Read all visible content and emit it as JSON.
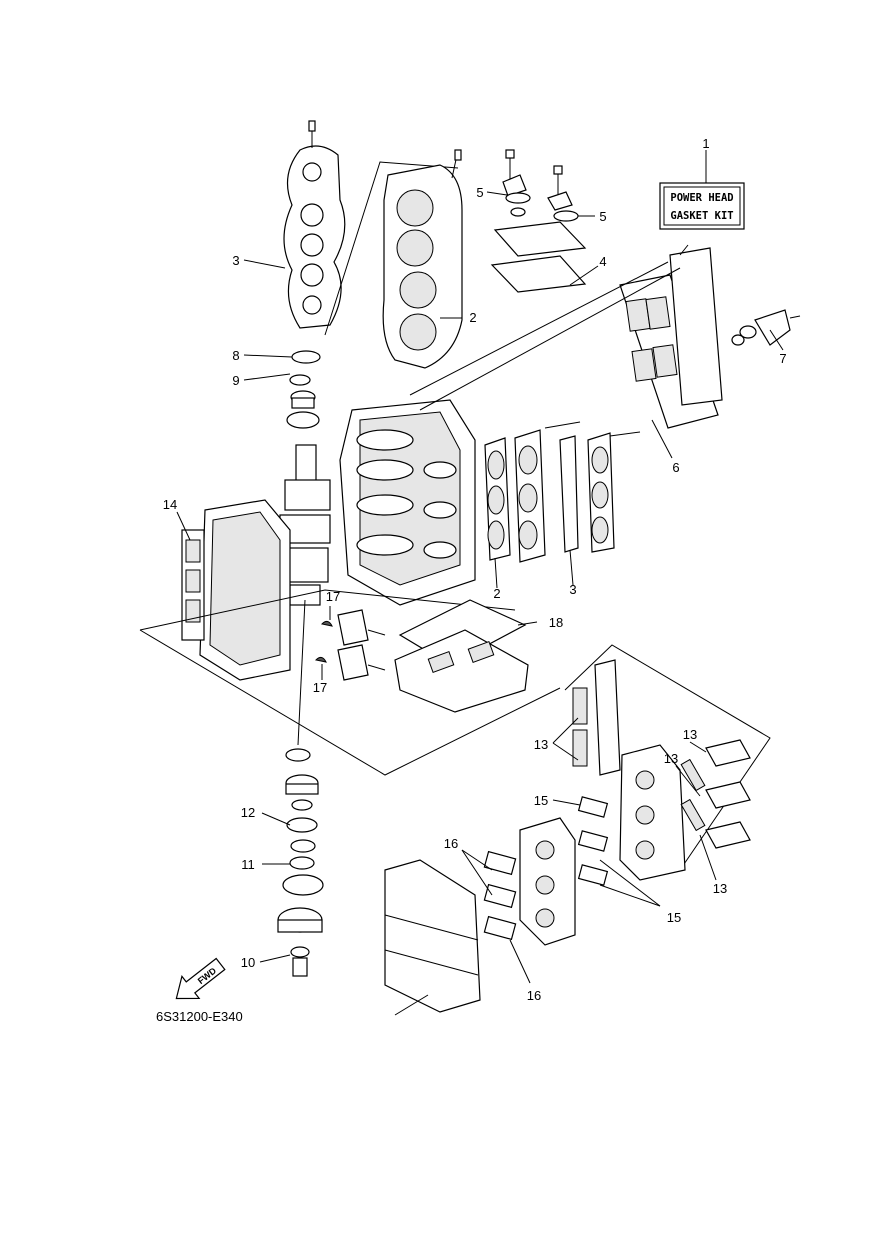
{
  "kit_box": {
    "line1": "POWER HEAD",
    "line2": "GASKET KIT"
  },
  "fwd_label": "FWD",
  "diagram_code": "6S31200-E340",
  "callouts": {
    "c1": "1",
    "c2a": "2",
    "c2b": "2",
    "c3a": "3",
    "c3b": "3",
    "c4": "4",
    "c5a": "5",
    "c5b": "5",
    "c6": "6",
    "c7": "7",
    "c8": "8",
    "c9": "9",
    "c10": "10",
    "c11": "11",
    "c12": "12",
    "c13a": "13",
    "c13b": "13",
    "c13c": "13",
    "c13d": "13",
    "c14": "14",
    "c15a": "15",
    "c15b": "15",
    "c16a": "16",
    "c16b": "16",
    "c17a": "17",
    "c17b": "17",
    "c18": "18"
  }
}
